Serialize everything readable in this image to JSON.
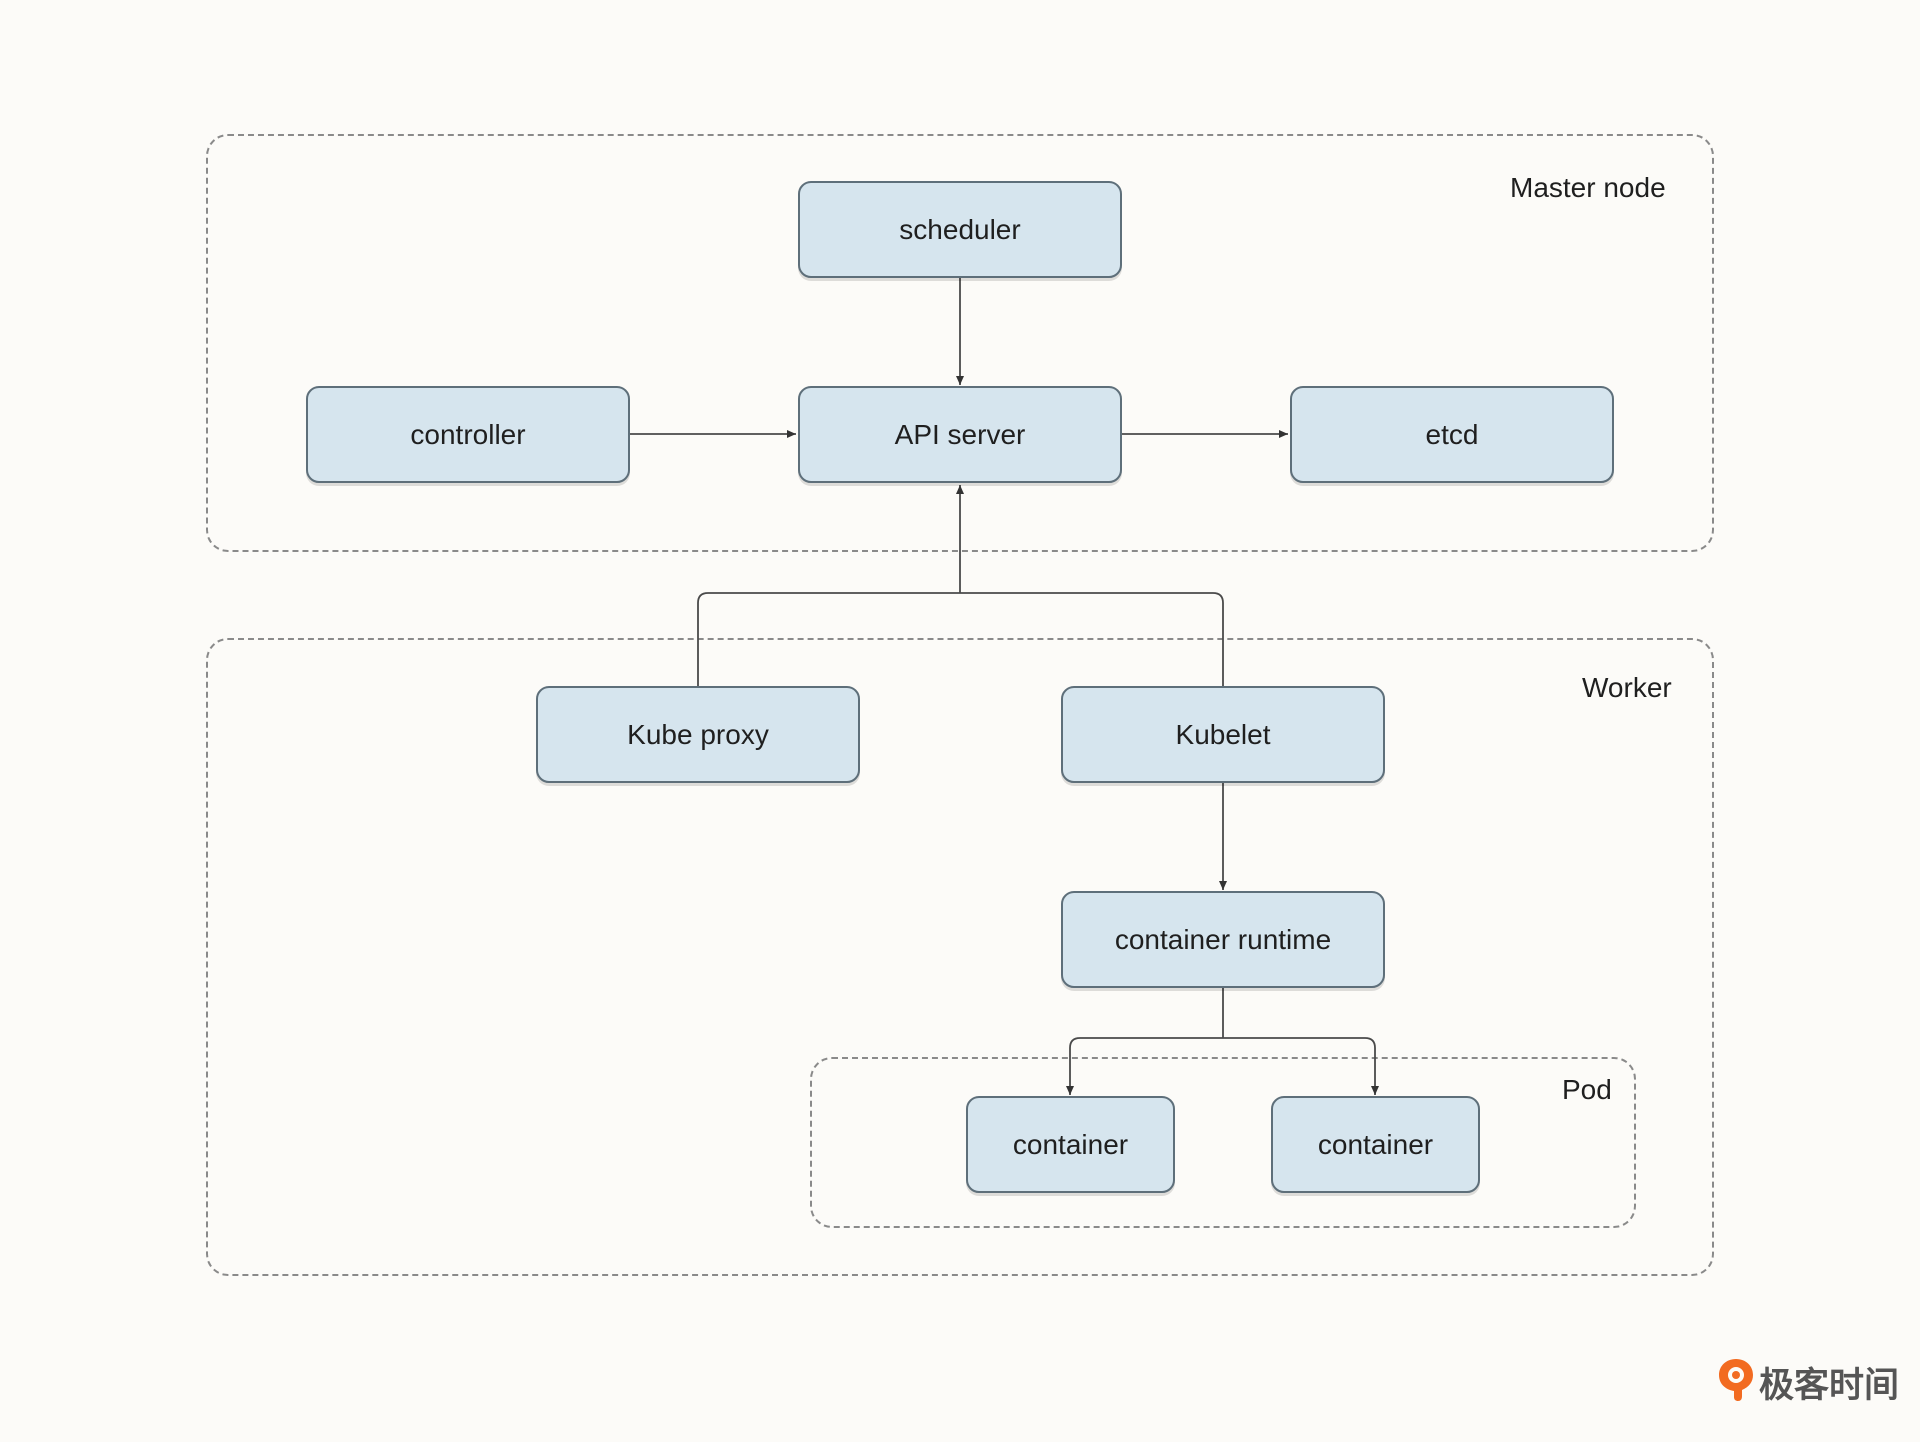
{
  "groups": {
    "master": {
      "label": "Master node"
    },
    "worker": {
      "label": "Worker"
    },
    "pod": {
      "label": "Pod"
    }
  },
  "nodes": {
    "scheduler": "scheduler",
    "controller": "controller",
    "api_server": "API server",
    "etcd": "etcd",
    "kube_proxy": "Kube proxy",
    "kubelet": "Kubelet",
    "container_runtime": "container runtime",
    "container_1": "container",
    "container_2": "container"
  },
  "edges": [
    {
      "from": "scheduler",
      "to": "API server"
    },
    {
      "from": "controller",
      "to": "API server"
    },
    {
      "from": "API server",
      "to": "etcd"
    },
    {
      "from": "Kube proxy",
      "to": "API server"
    },
    {
      "from": "Kubelet",
      "to": "API server"
    },
    {
      "from": "Kubelet",
      "to": "container runtime"
    },
    {
      "from": "container runtime",
      "to": "container"
    },
    {
      "from": "container runtime",
      "to": "container"
    }
  ],
  "logo": {
    "text": "极客时间",
    "icon": "geektime-logo-icon",
    "color": "#f26b21"
  },
  "colors": {
    "node_fill": "#d6e5ee",
    "node_border": "#5e6f7a",
    "group_border": "#8a8a8a",
    "background": "#fcfbf8"
  }
}
